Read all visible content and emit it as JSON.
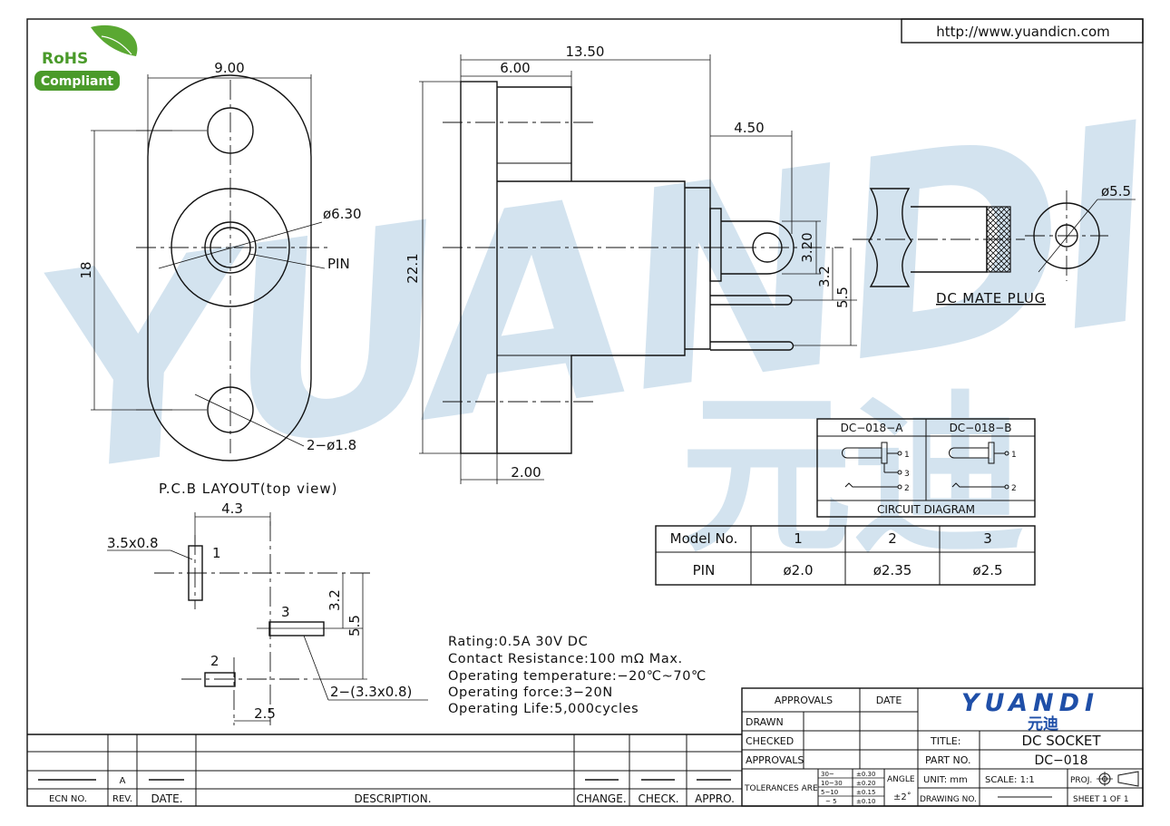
{
  "header": {
    "url": "http://www.yuandicn.com"
  },
  "rohs": {
    "line1": "RoHS",
    "line2": "Compliant",
    "color": "#4a9a2a"
  },
  "watermark": {
    "text": "YUANDI",
    "chinese": "元迪",
    "color": "#c9dbea"
  },
  "pcb": {
    "title": "P.C.B LAYOUT(top view)",
    "dim_width": "9.00",
    "dim_height": "18",
    "dim_center_hole": "ø6.30",
    "pin_label": "PIN",
    "dim_holes": "2−ø1.8"
  },
  "side": {
    "dim_total": "13.50",
    "dim_body": "6.00",
    "dim_pin_offset": "4.50",
    "dim_height": "22.1",
    "dim_bottom": "2.00",
    "dim_a": "3.20",
    "dim_b": "3.2",
    "dim_c": "5.5"
  },
  "plug": {
    "label": "DC MATE PLUG",
    "dim_dia": "ø5.5"
  },
  "circuit": {
    "title": "CIRCUIT DIAGRAM",
    "variant_a": "DC−018−A",
    "variant_b": "DC−018−B",
    "pin_nums": [
      "1",
      "2",
      "3"
    ]
  },
  "pin_table": {
    "headers": [
      "Model No.",
      "1",
      "2",
      "3"
    ],
    "row_label": "PIN",
    "values": [
      "ø2.0",
      "ø2.35",
      "ø2.5"
    ]
  },
  "pad_layout": {
    "dim_4_3": "4.3",
    "dim_pad1": "3.5x0.8",
    "pad1": "1",
    "pad2": "2",
    "pad3": "3",
    "dim_3_2": "3.2",
    "dim_5_5": "5.5",
    "dim_2_5": "2.5",
    "dim_pads": "2−(3.3x0.8)"
  },
  "specs": [
    "Rating:0.5A 30V DC",
    "Contact Resistance:100 mΩ Max.",
    "Operating temperature:−20℃~70℃",
    "Operating force:3−20N",
    "Operating Life:5,000cycles"
  ],
  "title_block": {
    "approvals": "APPROVALS",
    "date": "DATE",
    "drawn": "DRAWN",
    "checked": "CHECKED",
    "approvals2": "APPROVALS",
    "logo": "YUANDI",
    "logo_cn": "元迪",
    "logo_color": "#1f4fa8",
    "title_label": "TITLE:",
    "title_value": "DC SOCKET",
    "part_label": "PART NO.",
    "part_value": "DC−018",
    "tolerances_label": "TOLERANCES ARE",
    "tol_ranges": [
      "30~",
      "10~30",
      "5~10",
      "~ 5"
    ],
    "tol_values": [
      "±0.30",
      "±0.20",
      "±0.15",
      "±0.10"
    ],
    "angle_label": "ANGLE",
    "angle_value": "±2˚",
    "unit": "UNIT: mm",
    "scale": "SCALE:  1:1",
    "proj": "PROJ.",
    "drawing_no": "DRAWING NO.",
    "sheet": "SHEET   1  OF  1"
  },
  "revision": {
    "rev_value": "A",
    "headers": [
      "ECN NO.",
      "REV.",
      "DATE.",
      "DESCRIPTION.",
      "CHANGE.",
      "CHECK.",
      "APPRO."
    ]
  }
}
